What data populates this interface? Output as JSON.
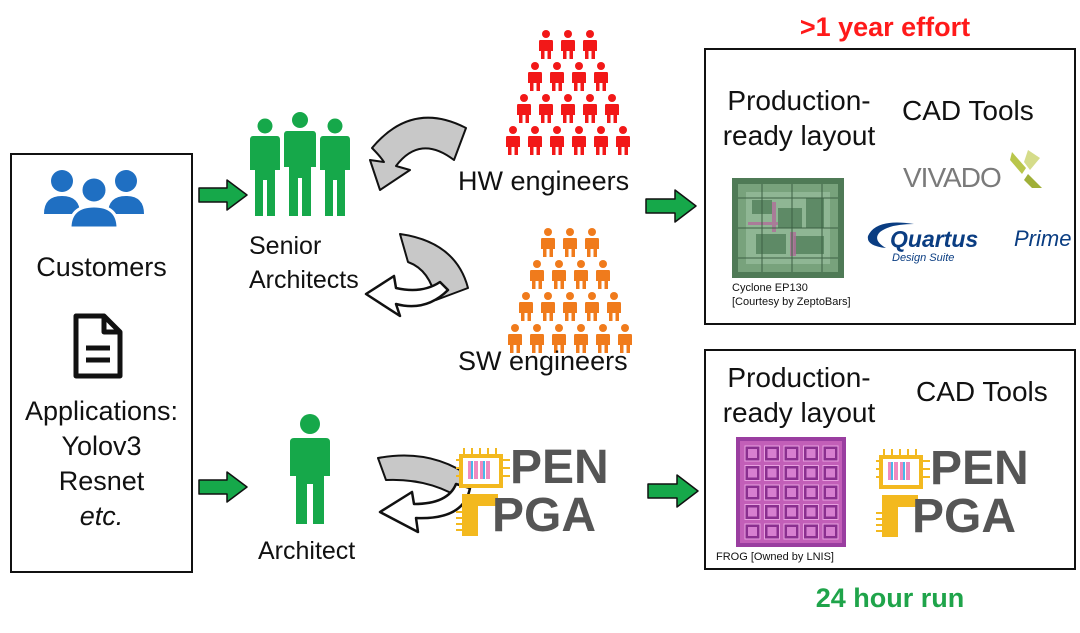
{
  "colors": {
    "green": "#16a84a",
    "red": "#f21818",
    "orange": "#f07b1c",
    "blue": "#1f6fc2",
    "grey_arrow": "#c8c8c8",
    "effort_text": "#ff1a1a",
    "run_text": "#1fa44a",
    "fpga_yellow": "#f3b91f",
    "fpga_grey": "#555555"
  },
  "headers": {
    "effort": ">1 year effort",
    "run": "24 hour run"
  },
  "left_panel": {
    "customers_label": "Customers",
    "applications_label": "Applications:",
    "apps": [
      "Yolov3",
      "Resnet"
    ],
    "etc_label": "etc."
  },
  "actors": {
    "senior_architects": [
      "Senior",
      "Architects"
    ],
    "hw_engineers": "HW engineers",
    "sw_engineers": "SW engineers",
    "architect": "Architect"
  },
  "top_box": {
    "layout_label": [
      "Production-",
      "ready layout"
    ],
    "cad_label": "CAD Tools",
    "chip_caption": [
      "Cyclone EP130",
      "[Courtesy by ZeptoBars]"
    ],
    "vivado": "VIVADO",
    "quartus": "Quartus",
    "prime": "Prime",
    "quartus_sub": "Design Suite"
  },
  "bottom_box": {
    "layout_label": [
      "Production-",
      "ready layout"
    ],
    "cad_label": "CAD Tools",
    "chip_caption": "FROG [Owned by LNIS]"
  },
  "openfpga": {
    "pen": "PEN",
    "pga": "PGA"
  }
}
